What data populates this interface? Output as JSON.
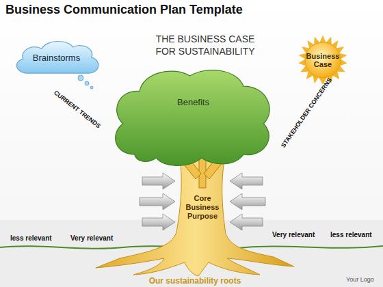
{
  "diagram": {
    "title": "Business Communication Plan Template",
    "nodes": [
      {
        "text": [
          "Brainstorms"
        ]
      },
      {
        "text": [
          "Business Case"
        ]
      },
      {
        "text": [
          "Benefits"
        ]
      },
      {
        "text": [
          "Core Business Purpose"
        ]
      }
    ],
    "labels": [
      "THE BUSINESS CASE FOR SUSTAINABILITY",
      "CURRENT TRENDS",
      "STAKEHOLDER CONCERNS",
      "less relevant",
      "Very relevant",
      "Very relevant",
      "less relevant",
      "Our sustainability roots",
      "Your Logo"
    ]
  }
}
